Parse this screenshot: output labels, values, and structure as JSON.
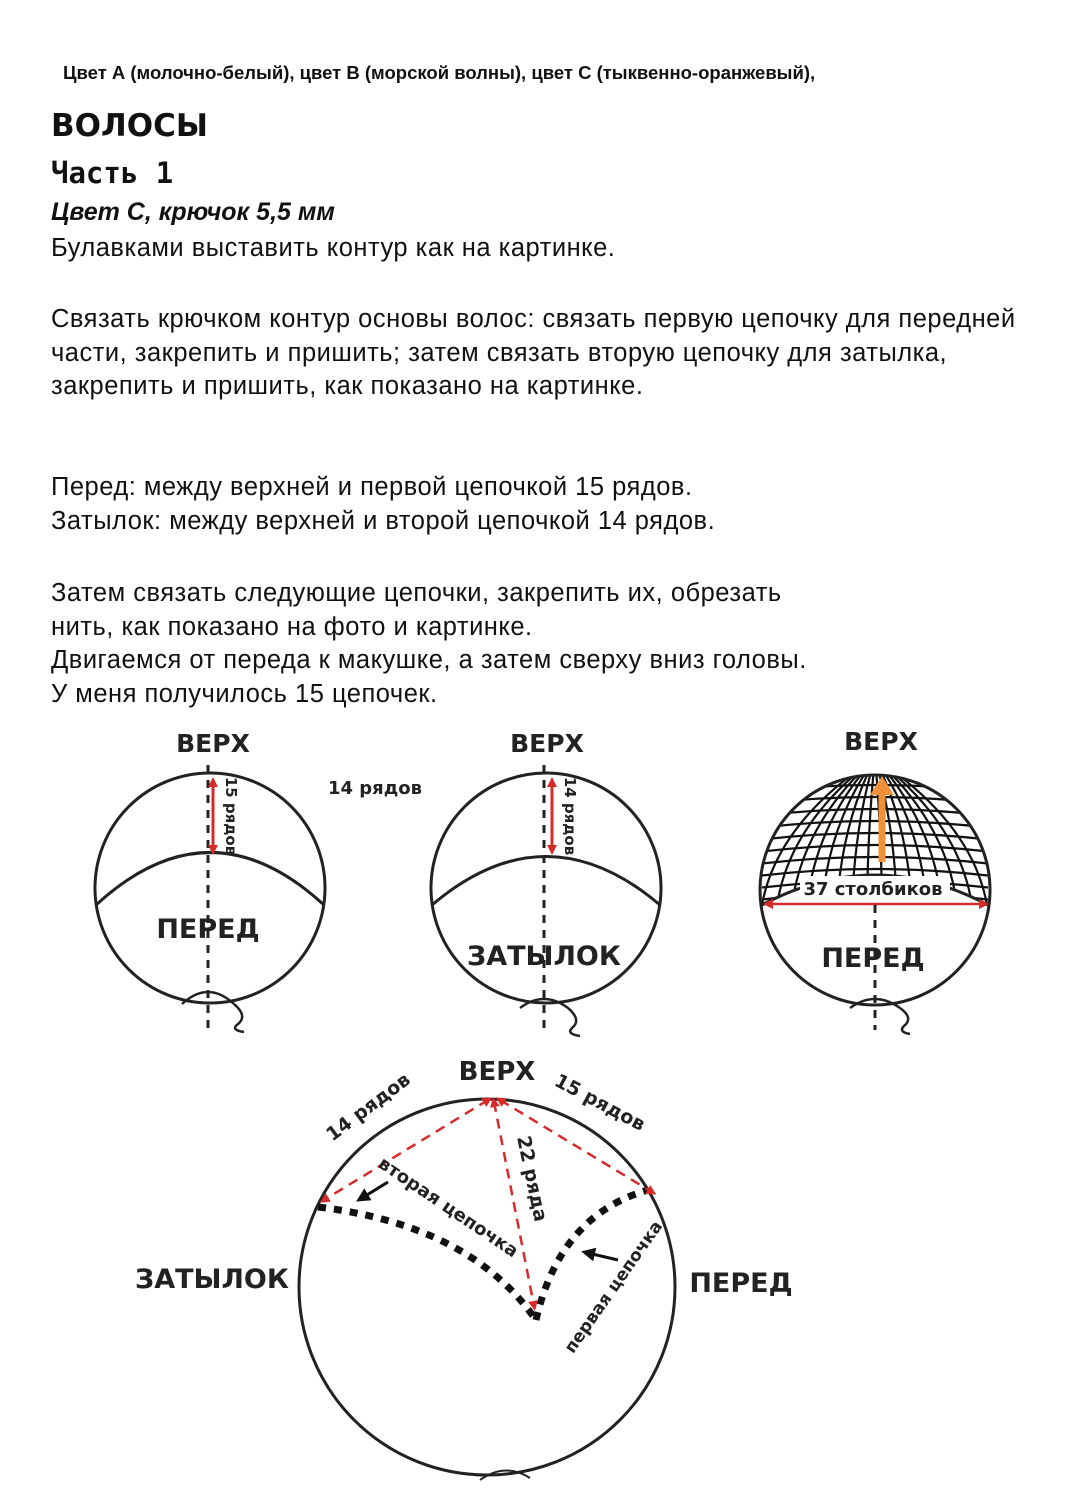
{
  "header": {
    "colors": "Цвет А (молочно-белый), цвет В (морской волны), цвет С (тыквенно-оранжевый),"
  },
  "section": {
    "title": "ВОЛОСЫ",
    "part": "Часть 1",
    "color_hook": "Цвет С, крючок 5,5 мм"
  },
  "paragraphs": {
    "p1": "Булавками выставить контур как на картинке.",
    "p2": "Связать крючком контур основы волос: связать первую цепочку для передней части, закрепить и пришить; затем связать вторую цепочку для затылка, закрепить и пришить, как показано на картинке.",
    "p3": "Перед: между верхней и первой цепочкой 15 рядов.\nЗатылок: между верхней и второй цепочкой 14 рядов.",
    "p4": "Затем связать следующие цепочки, закрепить их, обрезать\nнить, как показано на фото и картинке.\nДвигаемся от переда к макушке, а затем сверху вниз головы.\nУ меня получилось 15 цепочек."
  },
  "diagram1": {
    "top": "ВЕРХ",
    "rows": "15 рядов",
    "front": "ПЕРЕД",
    "side_note": "14 рядов"
  },
  "diagram2": {
    "top": "ВЕРХ",
    "rows": "14 рядов",
    "back": "ЗАТЫЛОК"
  },
  "diagram3": {
    "top": "ВЕРХ",
    "stitches": "37 столбиков",
    "front": "ПЕРЕД"
  },
  "diagram4": {
    "top": "ВЕРХ",
    "back": "ЗАТЫЛОК",
    "front": "ПЕРЕД",
    "rows_left": "14 рядов",
    "rows_right": "15 рядов",
    "rows_center": "22 ряда",
    "second_chain": "вторая цепочка",
    "first_chain": "первая цепочка"
  },
  "colors": {
    "arrow_red": "#d62b2b",
    "arrow_orange": "#f0913a",
    "ink": "#222222"
  }
}
